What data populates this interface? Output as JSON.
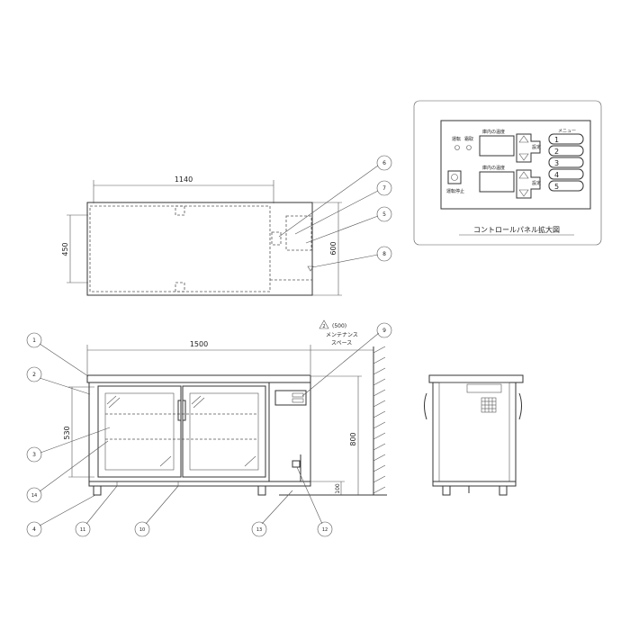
{
  "top_view": {
    "dim_width": "1140",
    "dim_height": "450",
    "dim_depth": "600"
  },
  "front_view": {
    "dim_width": "1500",
    "dim_inner_height": "530",
    "dim_total_height": "800",
    "dim_leg_height": "100",
    "maintenance_value": "(500)",
    "maintenance_line1": "メンテナンス",
    "maintenance_line2": "スペース"
  },
  "callouts": [
    {
      "num": "1"
    },
    {
      "num": "2"
    },
    {
      "num": "3"
    },
    {
      "num": "4"
    },
    {
      "num": "5"
    },
    {
      "num": "6"
    },
    {
      "num": "7"
    },
    {
      "num": "8"
    },
    {
      "num": "9"
    },
    {
      "num": "10"
    },
    {
      "num": "11"
    },
    {
      "num": "12"
    },
    {
      "num": "13"
    },
    {
      "num": "14"
    }
  ],
  "control_panel": {
    "caption": "コントロールパネル拡大図",
    "label_run": "運転",
    "label_defrost": "霜取",
    "label_temp1": "庫内の温度",
    "label_temp2": "庫内の温度",
    "label_set1": "設定",
    "label_set2": "設定",
    "label_start_stop": "運転停止",
    "label_menu": "メニュー",
    "menu_items": [
      "1",
      "2",
      "3",
      "4",
      "5"
    ]
  }
}
